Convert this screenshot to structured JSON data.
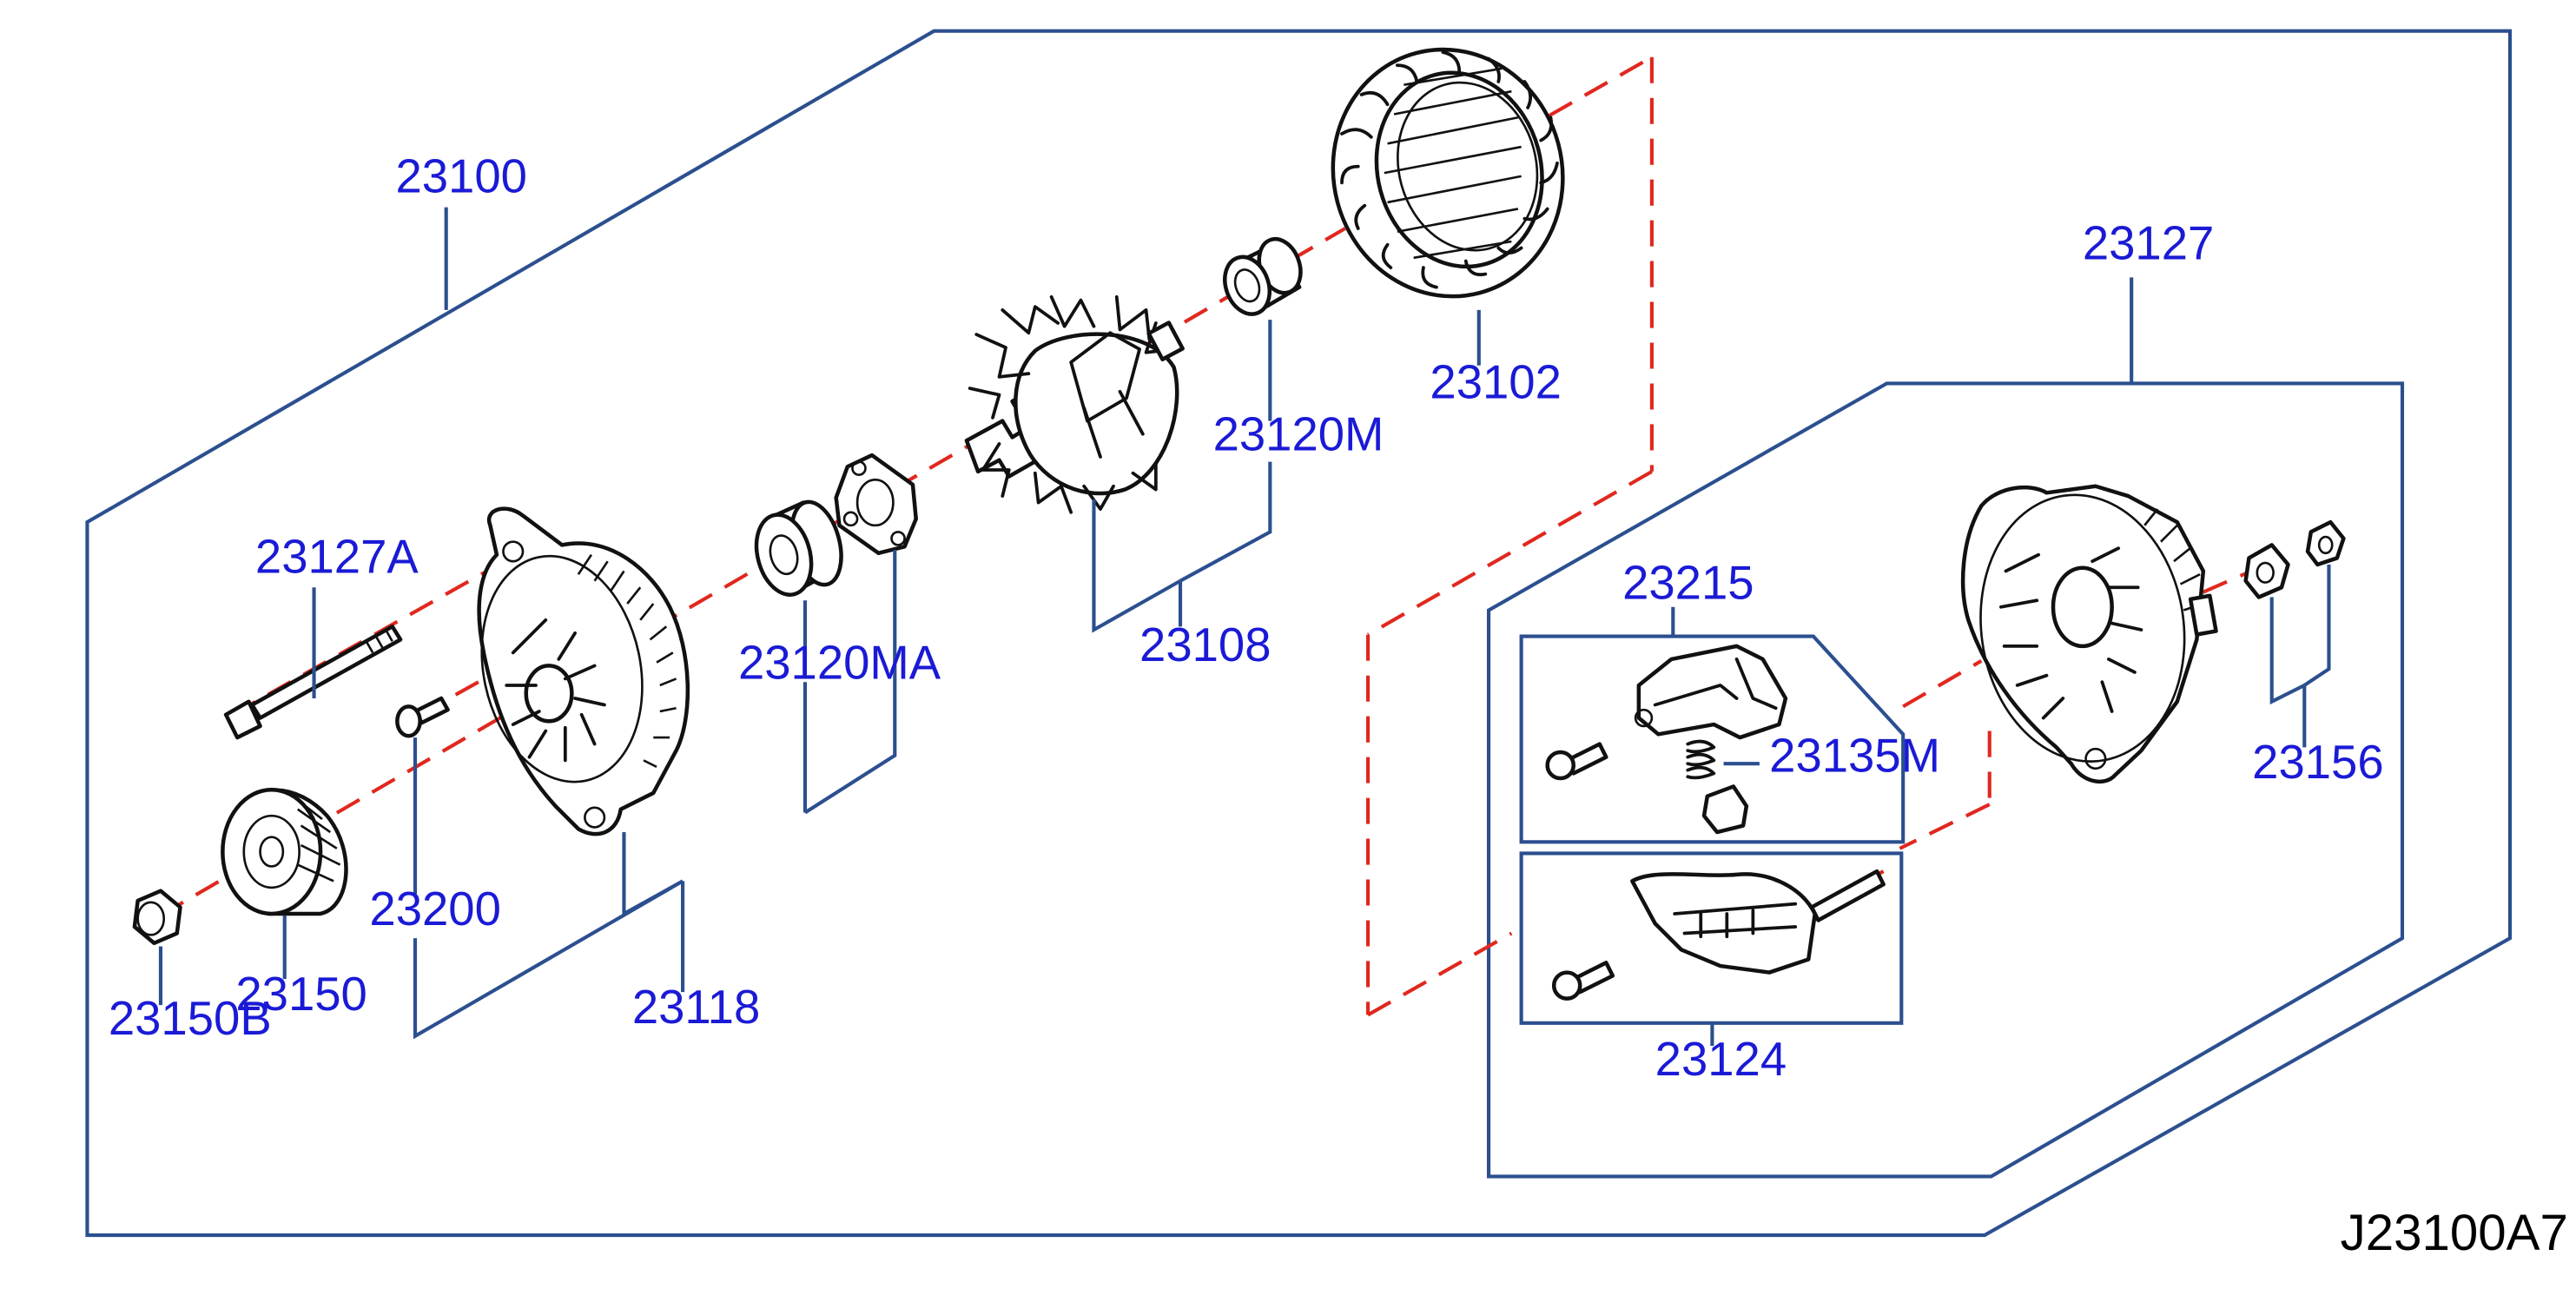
{
  "diagram": {
    "drawing_code": "J23100A7",
    "callouts": {
      "c23100": "23100",
      "c23102": "23102",
      "c23127": "23127",
      "c23120M": "23120M",
      "c23108": "23108",
      "c23127A": "23127A",
      "c23120MA": "23120MA",
      "c23215": "23215",
      "c23135M": "23135M",
      "c23156": "23156",
      "c23200": "23200",
      "c23150": "23150",
      "c23150B": "23150B",
      "c23118": "23118",
      "c23124": "23124"
    },
    "parts": [
      "alternator-assembly",
      "stator",
      "rear-cover",
      "rotor-bearing",
      "rotor",
      "through-bolt",
      "front-bearing",
      "voltage-regulator",
      "brush",
      "rear-cover-nut",
      "screw",
      "pulley",
      "pulley-nut",
      "front-bracket",
      "rectifier"
    ],
    "colors": {
      "callout_text": "#1a1ad6",
      "leader_lines": "#2b4f8f",
      "center_axis": "#e0281e",
      "part_outline": "#111111"
    }
  }
}
